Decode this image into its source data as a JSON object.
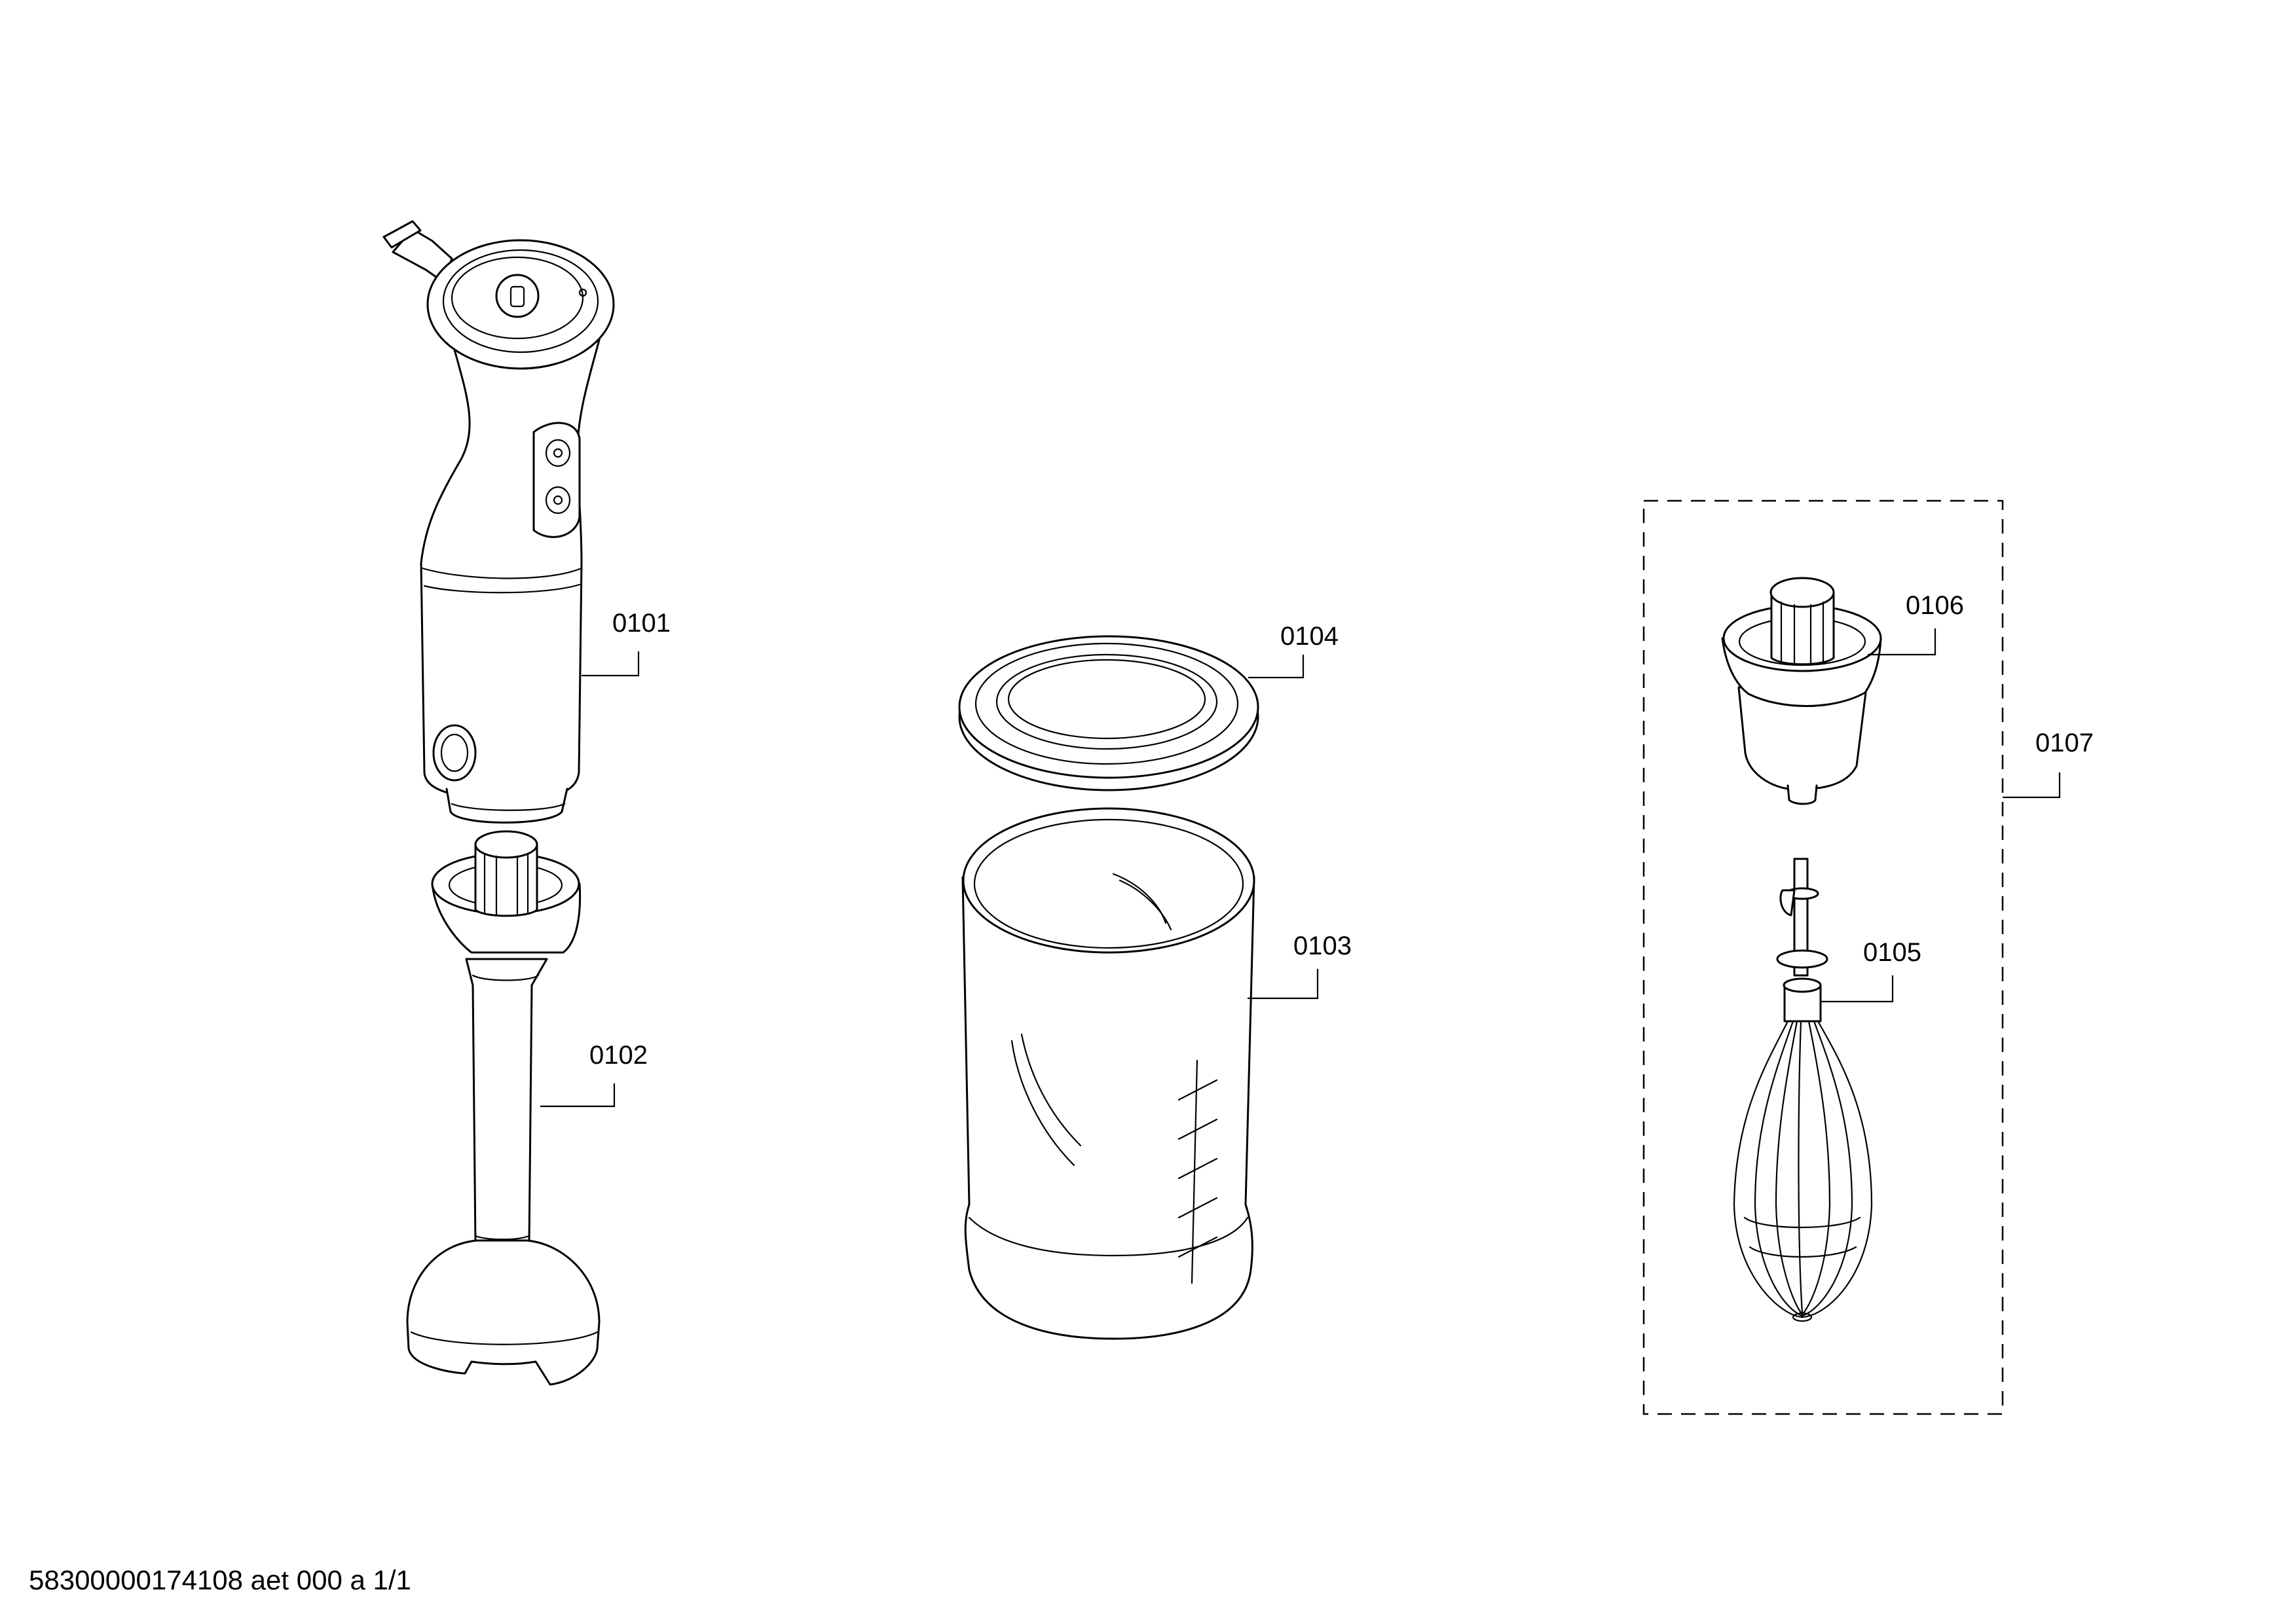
{
  "parts": [
    {
      "id": "hand-blender-motor-unit",
      "label": "0101"
    },
    {
      "id": "blending-shaft",
      "label": "0102"
    },
    {
      "id": "measuring-beaker",
      "label": "0103"
    },
    {
      "id": "beaker-lid",
      "label": "0104"
    },
    {
      "id": "whisk",
      "label": "0105"
    },
    {
      "id": "whisk-gearbox",
      "label": "0106"
    },
    {
      "id": "whisk-set",
      "label": "0107"
    }
  ],
  "footer": {
    "document_code": "58300000174108 aet 000 a 1/1"
  }
}
